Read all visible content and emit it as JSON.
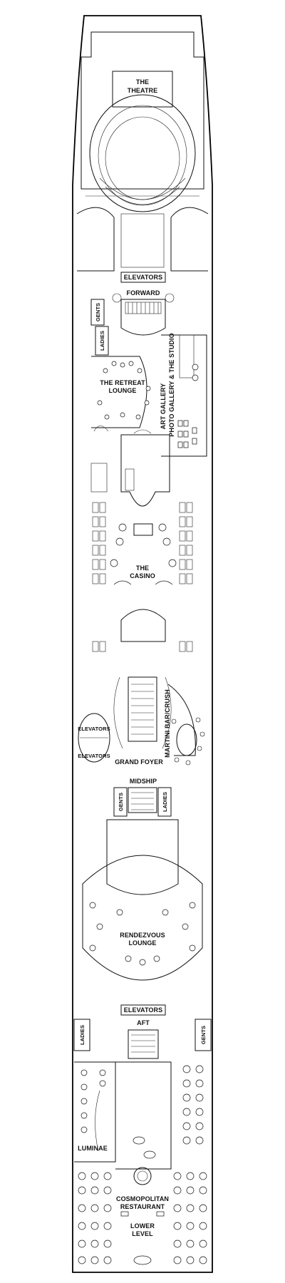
{
  "labels": {
    "theatre_1": "THE",
    "theatre_2": "THEATRE",
    "elevators_forward": "ELEVATORS",
    "forward": "FORWARD",
    "gents_forward": "GENTS",
    "ladies_forward": "LADIES",
    "retreat_1": "THE RETREAT",
    "retreat_2": "LOUNGE",
    "art_gallery": "ART GALLERY",
    "photo_gallery": "PHOTO GALLERY & THE STUDIO",
    "casino_1": "THE",
    "casino_2": "CASINO",
    "elevators_mid_1": "ELEVATORS",
    "elevators_mid_2": "ELEVATORS",
    "martini_bar": "MARTINI BAR/CRUSH",
    "grand_foyer": "GRAND FOYER",
    "midship": "MIDSHIP",
    "gents_midship": "GENTS",
    "ladies_midship": "LADIES",
    "rendezvous_1": "RENDEZVOUS",
    "rendezvous_2": "LOUNGE",
    "elevators_aft": "ELEVATORS",
    "aft": "AFT",
    "ladies_aft": "LADIES",
    "gents_aft": "GENTS",
    "luminae": "LUMINAE",
    "cosmopolitan_1": "COSMOPOLITAN",
    "cosmopolitan_2": "RESTAURANT",
    "lower_1": "LOWER",
    "lower_2": "LEVEL"
  },
  "colors": {
    "ink": "#111111",
    "paper": "#ffffff"
  }
}
